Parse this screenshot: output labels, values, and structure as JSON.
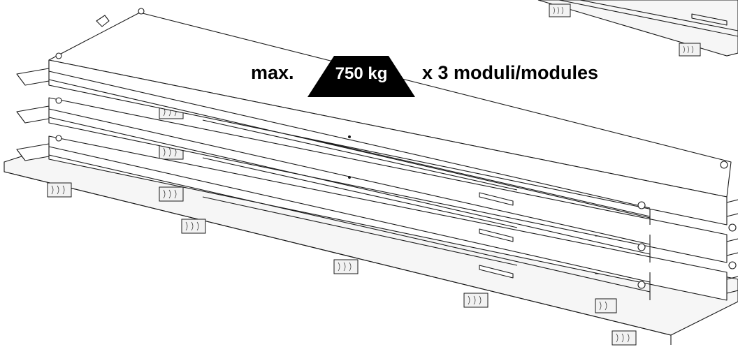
{
  "figure": {
    "label_prefix": "max.",
    "weight_badge": "750 kg",
    "label_suffix": "x 3 moduli/modules",
    "colors": {
      "ink": "#000000",
      "badge_fill": "#000000",
      "badge_text": "#ffffff",
      "line": "#1a1a1a"
    }
  }
}
